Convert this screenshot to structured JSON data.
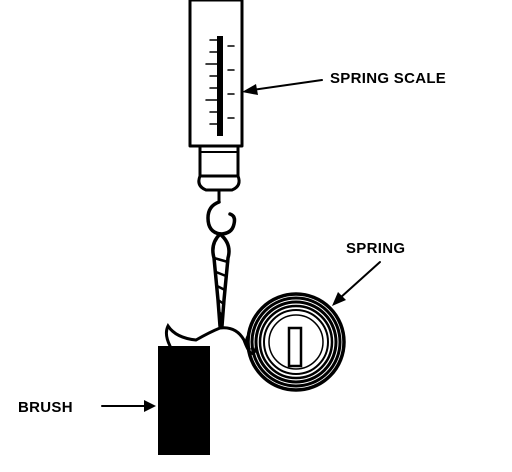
{
  "labels": {
    "spring_scale": "SPRING SCALE",
    "spring": "SPRING",
    "brush": "BRUSH"
  },
  "colors": {
    "ink": "#000000",
    "paper": "#ffffff"
  }
}
